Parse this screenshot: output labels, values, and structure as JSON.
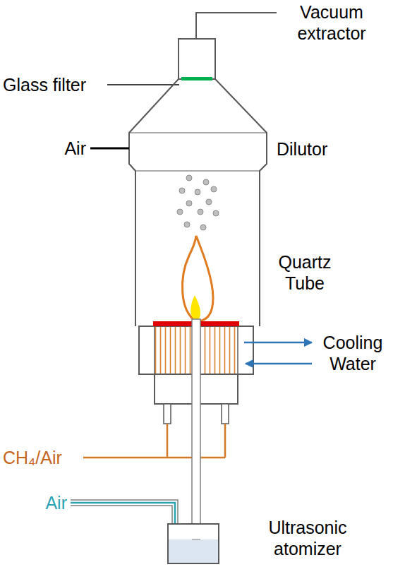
{
  "diagram": {
    "labels": [
      "Vacuum extractor",
      "Glass filter",
      "Dilutor",
      "Air",
      "Quartz Tube",
      "Cooling Water",
      "CH₄/Air",
      "Air",
      "Ultrasonic atomizer"
    ]
  }
}
